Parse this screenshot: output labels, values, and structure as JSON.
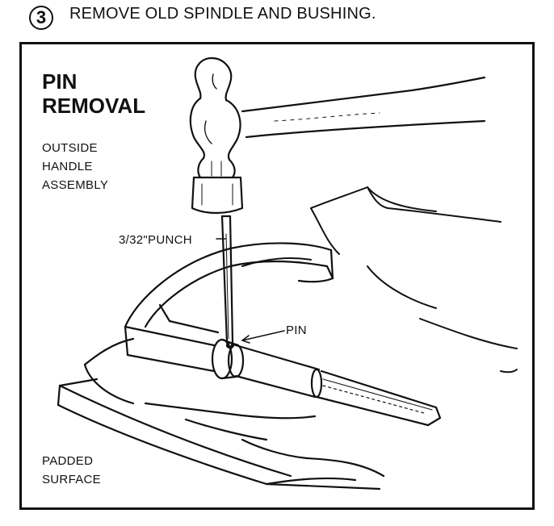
{
  "step": {
    "number": "3",
    "instruction": "REMOVE OLD SPINDLE AND BUSHING."
  },
  "figure": {
    "title_line1": "PIN",
    "title_line2": "REMOVAL",
    "labels": {
      "outside_line1": "OUTSIDE",
      "outside_line2": "HANDLE",
      "outside_line3": "ASSEMBLY",
      "punch": "3/32\"PUNCH",
      "pin": "PIN",
      "padded_line1": "PADDED",
      "padded_line2": "SURFACE"
    }
  },
  "colors": {
    "ink": "#111111",
    "paper": "#ffffff"
  }
}
